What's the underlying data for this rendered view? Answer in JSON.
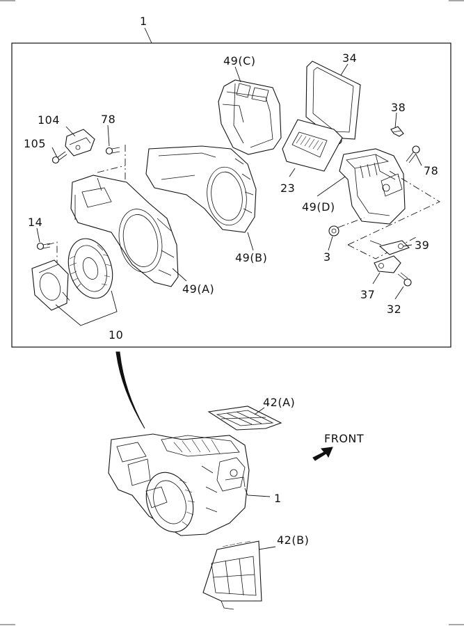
{
  "diagram": {
    "callouts": {
      "assembly_top": "1",
      "assembly_bottom": "1",
      "c104": "104",
      "c105": "105",
      "c78_left": "78",
      "c78_right": "78",
      "c14": "14",
      "c10": "10",
      "c49a": "49(A)",
      "c49b": "49(B)",
      "c49c": "49(C)",
      "c49d": "49(D)",
      "c34": "34",
      "c38": "38",
      "c23": "23",
      "c3": "3",
      "c39": "39",
      "c37": "37",
      "c32": "32",
      "c42a": "42(A)",
      "c42b": "42(B)"
    },
    "front_label": "FRONT"
  }
}
